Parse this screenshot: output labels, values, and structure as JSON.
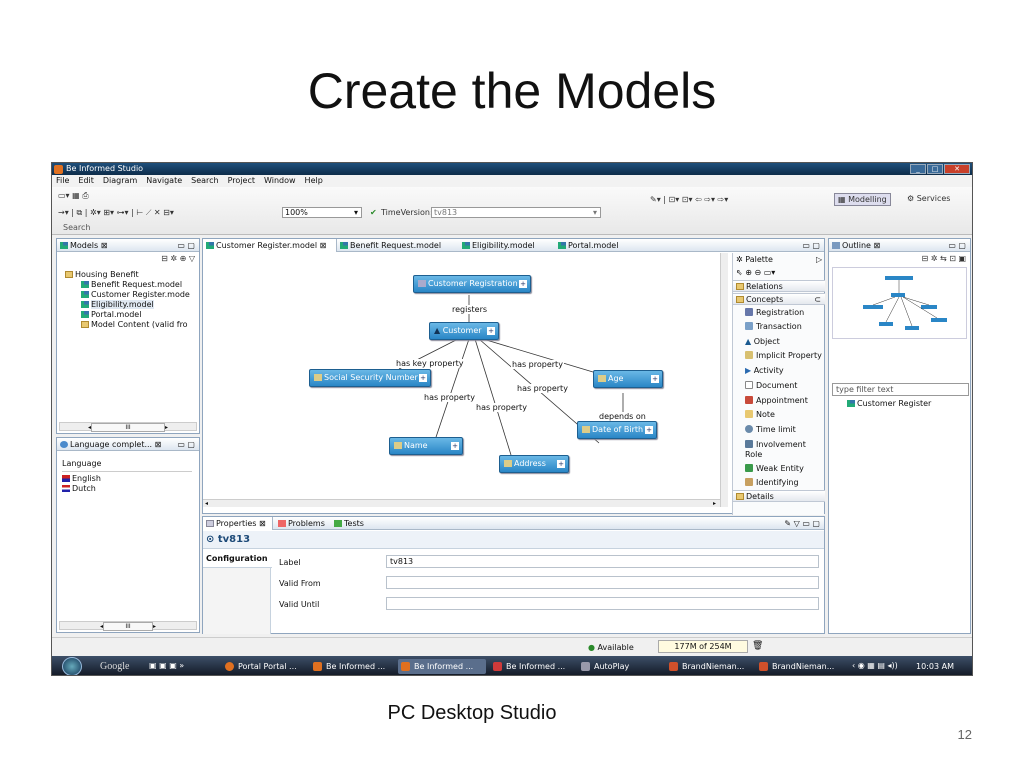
{
  "slide": {
    "title": "Create the Models",
    "caption": "PC Desktop Studio",
    "page_number": "12"
  },
  "app": {
    "title": "Be Informed Studio",
    "menu": [
      "File",
      "Edit",
      "Diagram",
      "Navigate",
      "Search",
      "Project",
      "Window",
      "Help"
    ],
    "toolbar": {
      "zoom": "100%",
      "time_version_label": "TimeVersion:",
      "time_version_value": "tv813",
      "search_label": "Search",
      "perspectives": [
        "Modelling",
        "Services"
      ]
    },
    "models_view": {
      "tab": "Models",
      "tree": {
        "folder": "Housing Benefit",
        "items": [
          "Benefit Request.model",
          "Customer Register.mode",
          "Eligibility.model",
          "Portal.model",
          "Model Content (valid fro"
        ]
      },
      "scroll_thumb": "III"
    },
    "language_view": {
      "tab": "Language complet...",
      "header": "Language",
      "items": [
        "English",
        "Dutch"
      ],
      "scroll_thumb": "III"
    },
    "editor": {
      "tabs": [
        "Customer Register.model",
        "Benefit Request.model",
        "Eligibility.model",
        "Portal.model"
      ],
      "active_tab_index": 0,
      "diagram": {
        "nodes": [
          "Customer Registration",
          "Customer",
          "Social Security Number",
          "Age",
          "Name",
          "Address",
          "Date of Birth"
        ],
        "edge_labels": [
          "registers",
          "has key property",
          "has property",
          "has property",
          "has property",
          "has property",
          "depends on"
        ]
      }
    },
    "palette": {
      "title": "Palette",
      "sections": [
        "Relations",
        "Concepts",
        "Details"
      ],
      "items": [
        "Registration",
        "Transaction",
        "Object",
        "Implicit Property",
        "Activity",
        "Document",
        "Appointment",
        "Note",
        "Time limit",
        "Involvement Role",
        "Weak Entity",
        "Identifying"
      ]
    },
    "properties": {
      "tabs": [
        "Properties",
        "Problems",
        "Tests"
      ],
      "heading": "tv813",
      "side_tab": "Configuration",
      "fields": [
        {
          "label": "Label",
          "value": "tv813"
        },
        {
          "label": "Valid From",
          "value": ""
        },
        {
          "label": "Valid Until",
          "value": ""
        }
      ]
    },
    "outline": {
      "tab": "Outline",
      "filter_placeholder": "type filter text",
      "items": [
        "Customer Register"
      ]
    },
    "status": {
      "available": "Available",
      "memory": "177M of 254M"
    },
    "taskbar": {
      "search_brand": "Google",
      "tasks": [
        "Portal Portal ...",
        "Be Informed ...",
        "Be Informed ...",
        "Be Informed ...",
        "AutoPlay",
        "BrandNieman...",
        "BrandNieman..."
      ],
      "clock": "10:03 AM"
    }
  }
}
